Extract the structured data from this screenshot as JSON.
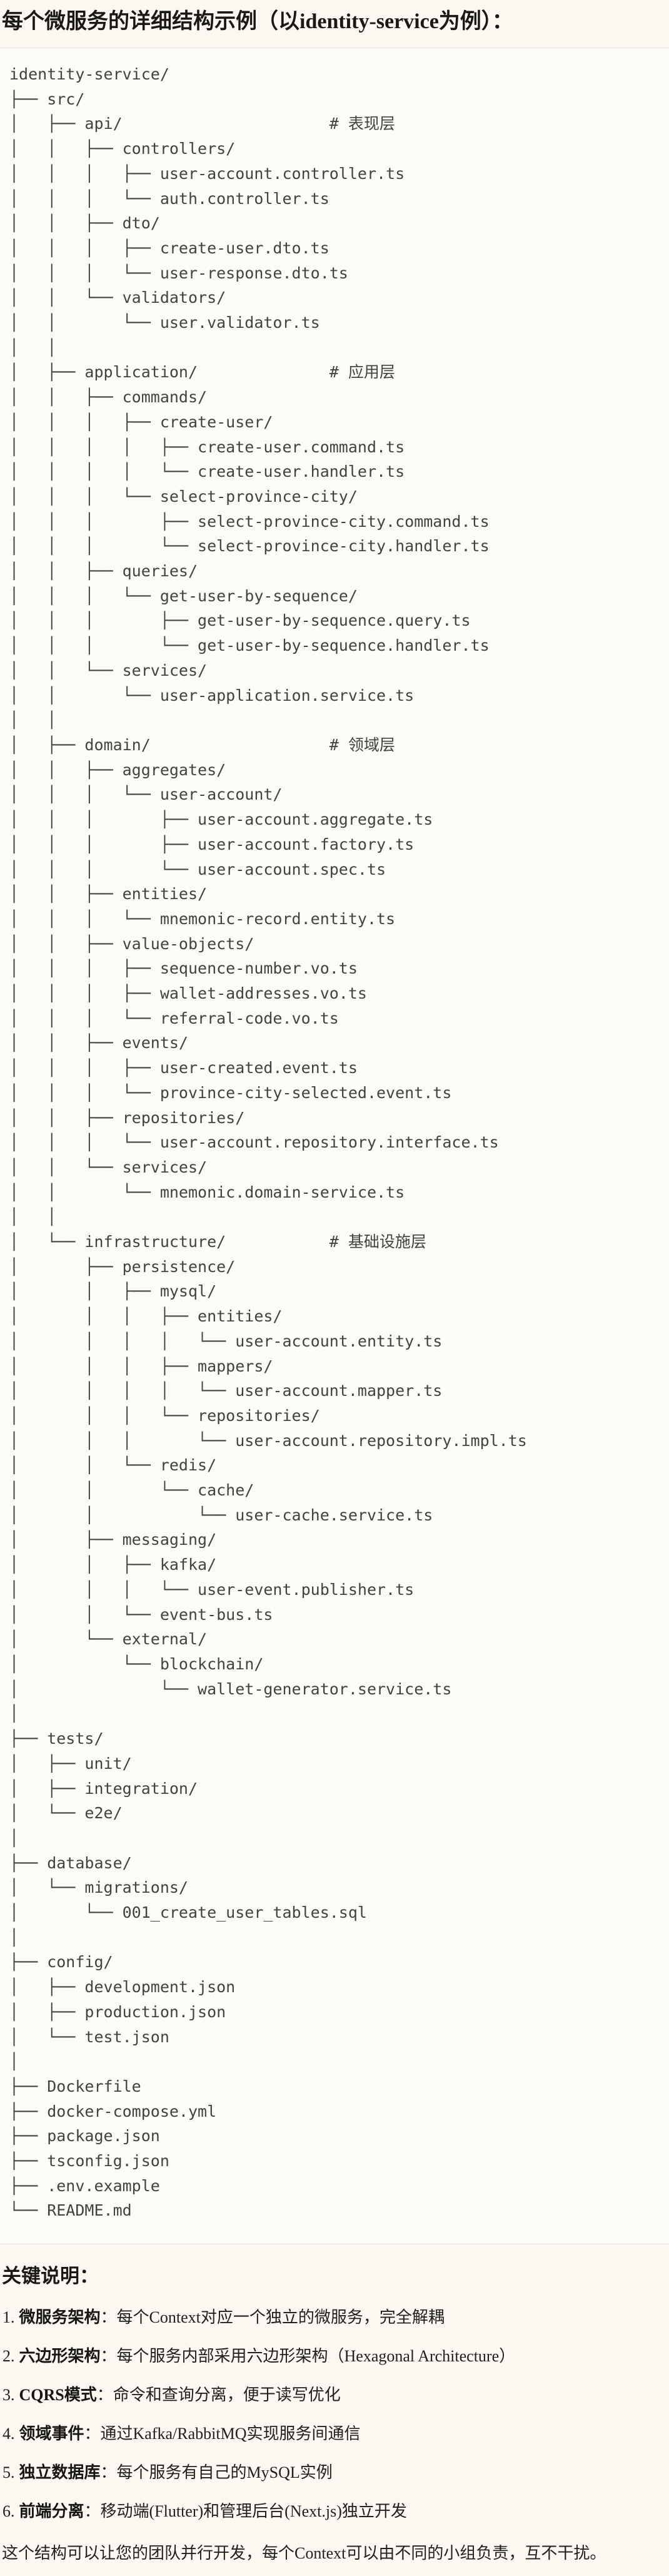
{
  "page": {
    "title": "每个微服务的详细结构示例（以identity-service为例）：",
    "notes_heading": "关键说明：",
    "closing_paragraph": "这个结构可以让您的团队并行开发，每个Context可以由不同的小组负责，互不干扰。"
  },
  "code_block": {
    "language": "plaintext",
    "lines": [
      "identity-service/",
      "├── src/",
      "│   ├── api/                      # 表现层",
      "│   │   ├── controllers/",
      "│   │   │   ├── user-account.controller.ts",
      "│   │   │   └── auth.controller.ts",
      "│   │   ├── dto/",
      "│   │   │   ├── create-user.dto.ts",
      "│   │   │   └── user-response.dto.ts",
      "│   │   └── validators/",
      "│   │       └── user.validator.ts",
      "│   │",
      "│   ├── application/              # 应用层",
      "│   │   ├── commands/",
      "│   │   │   ├── create-user/",
      "│   │   │   │   ├── create-user.command.ts",
      "│   │   │   │   └── create-user.handler.ts",
      "│   │   │   └── select-province-city/",
      "│   │   │       ├── select-province-city.command.ts",
      "│   │   │       └── select-province-city.handler.ts",
      "│   │   ├── queries/",
      "│   │   │   └── get-user-by-sequence/",
      "│   │   │       ├── get-user-by-sequence.query.ts",
      "│   │   │       └── get-user-by-sequence.handler.ts",
      "│   │   └── services/",
      "│   │       └── user-application.service.ts",
      "│   │",
      "│   ├── domain/                   # 领域层",
      "│   │   ├── aggregates/",
      "│   │   │   └── user-account/",
      "│   │   │       ├── user-account.aggregate.ts",
      "│   │   │       ├── user-account.factory.ts",
      "│   │   │       └── user-account.spec.ts",
      "│   │   ├── entities/",
      "│   │   │   └── mnemonic-record.entity.ts",
      "│   │   ├── value-objects/",
      "│   │   │   ├── sequence-number.vo.ts",
      "│   │   │   ├── wallet-addresses.vo.ts",
      "│   │   │   └── referral-code.vo.ts",
      "│   │   ├── events/",
      "│   │   │   ├── user-created.event.ts",
      "│   │   │   └── province-city-selected.event.ts",
      "│   │   ├── repositories/",
      "│   │   │   └── user-account.repository.interface.ts",
      "│   │   └── services/",
      "│   │       └── mnemonic.domain-service.ts",
      "│   │",
      "│   └── infrastructure/           # 基础设施层",
      "│       ├── persistence/",
      "│       │   ├── mysql/",
      "│       │   │   ├── entities/",
      "│       │   │   │   └── user-account.entity.ts",
      "│       │   │   ├── mappers/",
      "│       │   │   │   └── user-account.mapper.ts",
      "│       │   │   └── repositories/",
      "│       │   │       └── user-account.repository.impl.ts",
      "│       │   └── redis/",
      "│       │       └── cache/",
      "│       │           └── user-cache.service.ts",
      "│       ├── messaging/",
      "│       │   ├── kafka/",
      "│       │   │   └── user-event.publisher.ts",
      "│       │   └── event-bus.ts",
      "│       └── external/",
      "│           └── blockchain/",
      "│               └── wallet-generator.service.ts",
      "│",
      "├── tests/",
      "│   ├── unit/",
      "│   ├── integration/",
      "│   └── e2e/",
      "│",
      "├── database/",
      "│   └── migrations/",
      "│       └── 001_create_user_tables.sql",
      "│",
      "├── config/",
      "│   ├── development.json",
      "│   ├── production.json",
      "│   └── test.json",
      "│",
      "├── Dockerfile",
      "├── docker-compose.yml",
      "├── package.json",
      "├── tsconfig.json",
      "├── .env.example",
      "└── README.md"
    ]
  },
  "notes": [
    {
      "num": "1.",
      "label": "微服务架构",
      "colon": "：",
      "text": "每个Context对应一个独立的微服务，完全解耦"
    },
    {
      "num": "2.",
      "label": "六边形架构",
      "colon": "：",
      "text": "每个服务内部采用六边形架构（Hexagonal Architecture）"
    },
    {
      "num": "3.",
      "label": "CQRS模式",
      "colon": "：",
      "text": "命令和查询分离，便于读写优化"
    },
    {
      "num": "4.",
      "label": "领域事件",
      "colon": "：",
      "text": "通过Kafka/RabbitMQ实现服务间通信"
    },
    {
      "num": "5.",
      "label": "独立数据库",
      "colon": "：",
      "text": "每个服务有自己的MySQL实例"
    },
    {
      "num": "6.",
      "label": "前端分离",
      "colon": "：",
      "text": "移动端(Flutter)和管理后台(Next.js)独立开发"
    }
  ]
}
